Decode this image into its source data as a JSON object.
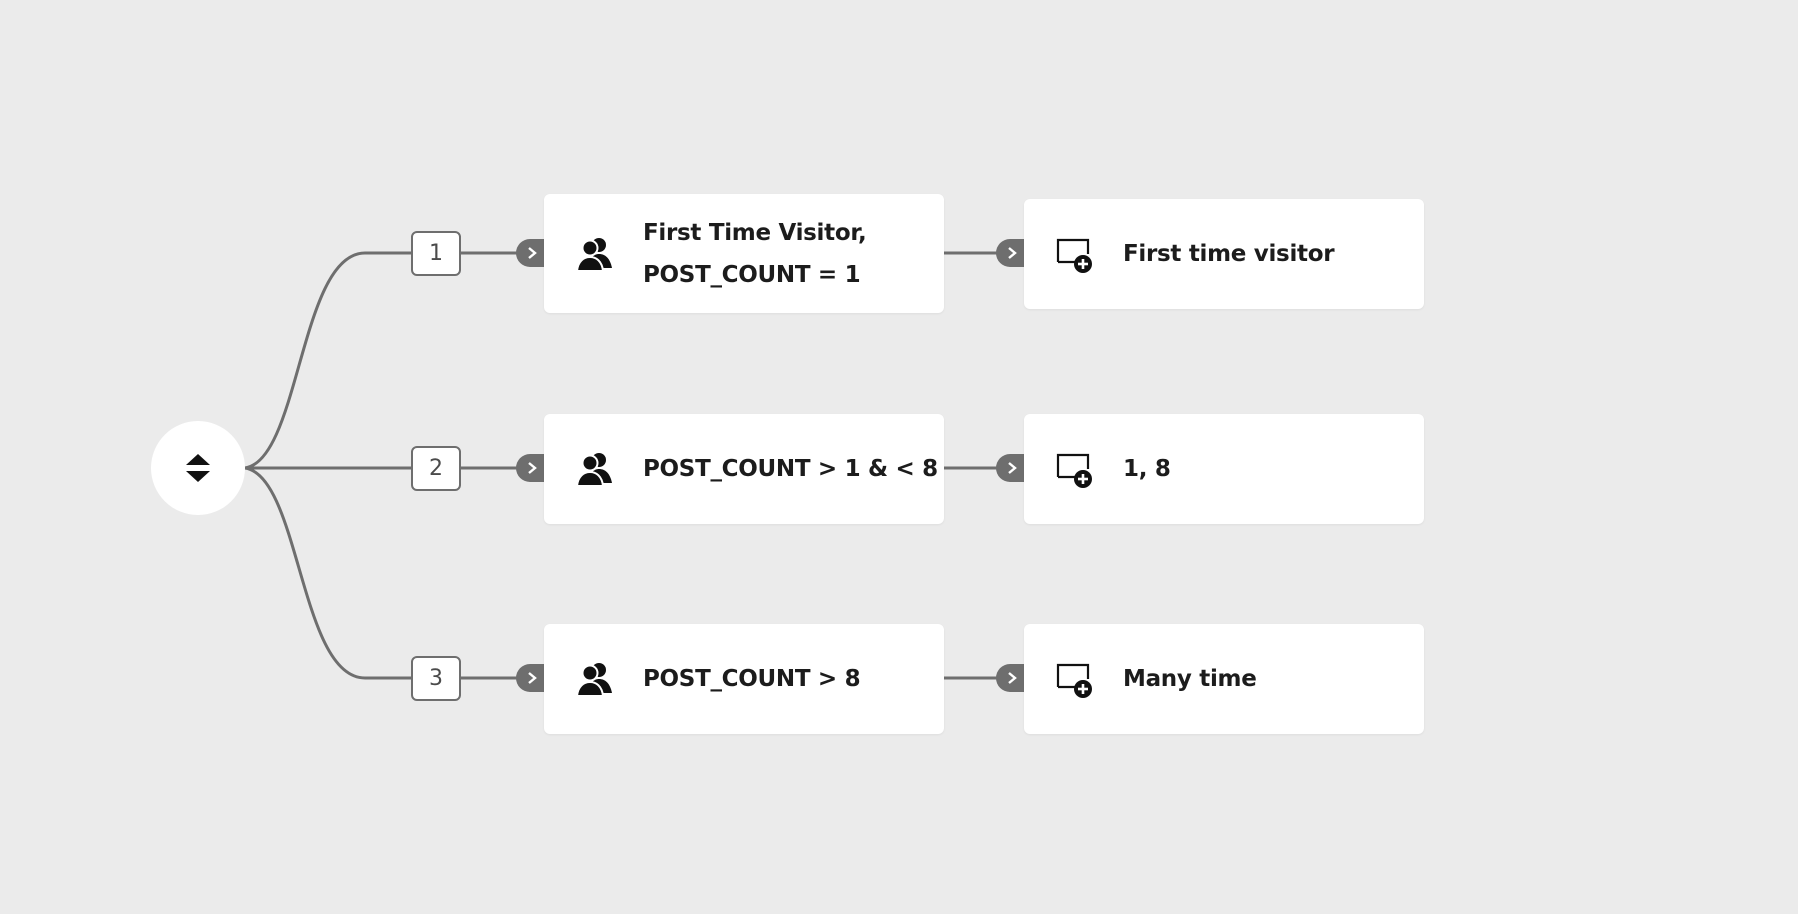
{
  "root": {
    "icon": "split-sort-icon"
  },
  "paths": [
    {
      "number": "1",
      "condition": {
        "icon": "audience-icon",
        "lines": [
          "First Time Visitor,",
          "POST_COUNT = 1"
        ]
      },
      "action": {
        "icon": "add-offer-icon",
        "label": "First time visitor"
      }
    },
    {
      "number": "2",
      "condition": {
        "icon": "audience-icon",
        "lines": [
          "POST_COUNT > 1 & < 8"
        ]
      },
      "action": {
        "icon": "add-offer-icon",
        "label": "1, 8"
      }
    },
    {
      "number": "3",
      "condition": {
        "icon": "audience-icon",
        "lines": [
          "POST_COUNT > 8"
        ]
      },
      "action": {
        "icon": "add-offer-icon",
        "label": "Many time"
      }
    }
  ],
  "colors": {
    "background": "#ebebeb",
    "connector": "#6e6e6e",
    "card": "#ffffff",
    "text": "#1c1c1c"
  }
}
